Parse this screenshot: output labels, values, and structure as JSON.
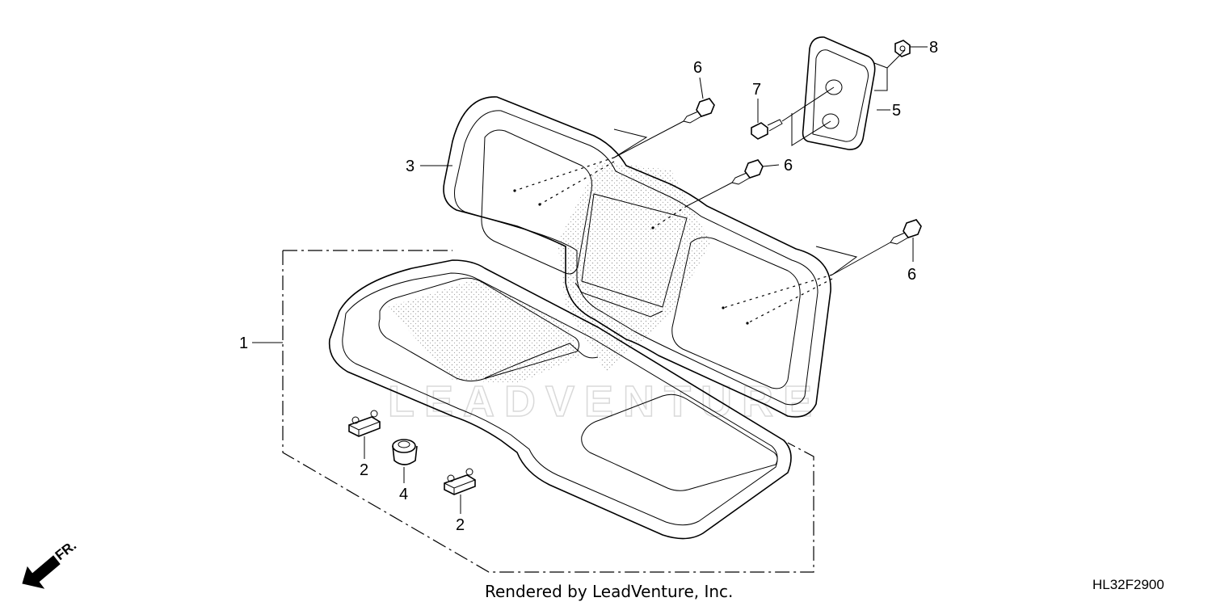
{
  "diagram": {
    "callouts": [
      {
        "id": "1",
        "label": "1"
      },
      {
        "id": "2a",
        "label": "2"
      },
      {
        "id": "2b",
        "label": "2"
      },
      {
        "id": "3",
        "label": "3"
      },
      {
        "id": "4",
        "label": "4"
      },
      {
        "id": "5",
        "label": "5"
      },
      {
        "id": "6a",
        "label": "6"
      },
      {
        "id": "6b",
        "label": "6"
      },
      {
        "id": "6c",
        "label": "6"
      },
      {
        "id": "7",
        "label": "7"
      },
      {
        "id": "8",
        "label": "8"
      }
    ],
    "direction_label": "FR.",
    "watermark": "LEADVENTURE",
    "credit": "Rendered by LeadVenture, Inc.",
    "diagram_code": "HL32F2900"
  }
}
